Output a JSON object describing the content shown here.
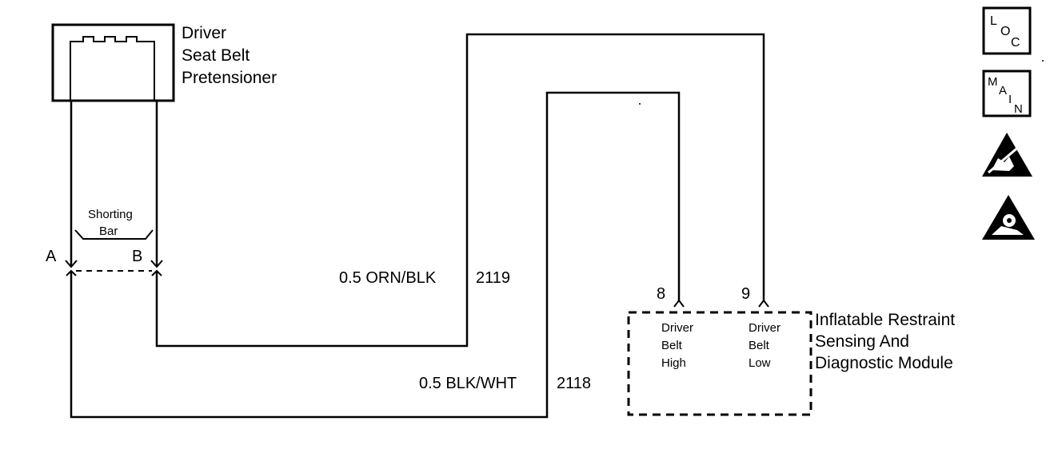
{
  "pretensioner": {
    "title_line1": "Driver",
    "title_line2": "Seat Belt",
    "title_line3": "Pretensioner",
    "terminal_a": "A",
    "terminal_b": "B",
    "shorting_bar_line1": "Shorting",
    "shorting_bar_line2": "Bar"
  },
  "wires": {
    "wire_upper_label": "0.5 ORN/BLK",
    "wire_upper_circuit": "2119",
    "wire_lower_label": "0.5 BLK/WHT",
    "wire_lower_circuit": "2118"
  },
  "module": {
    "title_line1": "Inflatable Restraint",
    "title_line2": "Sensing And",
    "title_line3": "Diagnostic Module",
    "pin_8": "8",
    "pin_9": "9",
    "pin8_label_line1": "Driver",
    "pin8_label_line2": "Belt",
    "pin8_label_line3": "High",
    "pin9_label_line1": "Driver",
    "pin9_label_line2": "Belt",
    "pin9_label_line3": "Low"
  },
  "icons": {
    "loc_letters": [
      "L",
      "O",
      "C"
    ],
    "main_letters": [
      "M",
      "A",
      "I",
      "N"
    ],
    "esd_icon": "esd-warning-icon",
    "airbag_icon": "airbag-warning-icon"
  }
}
